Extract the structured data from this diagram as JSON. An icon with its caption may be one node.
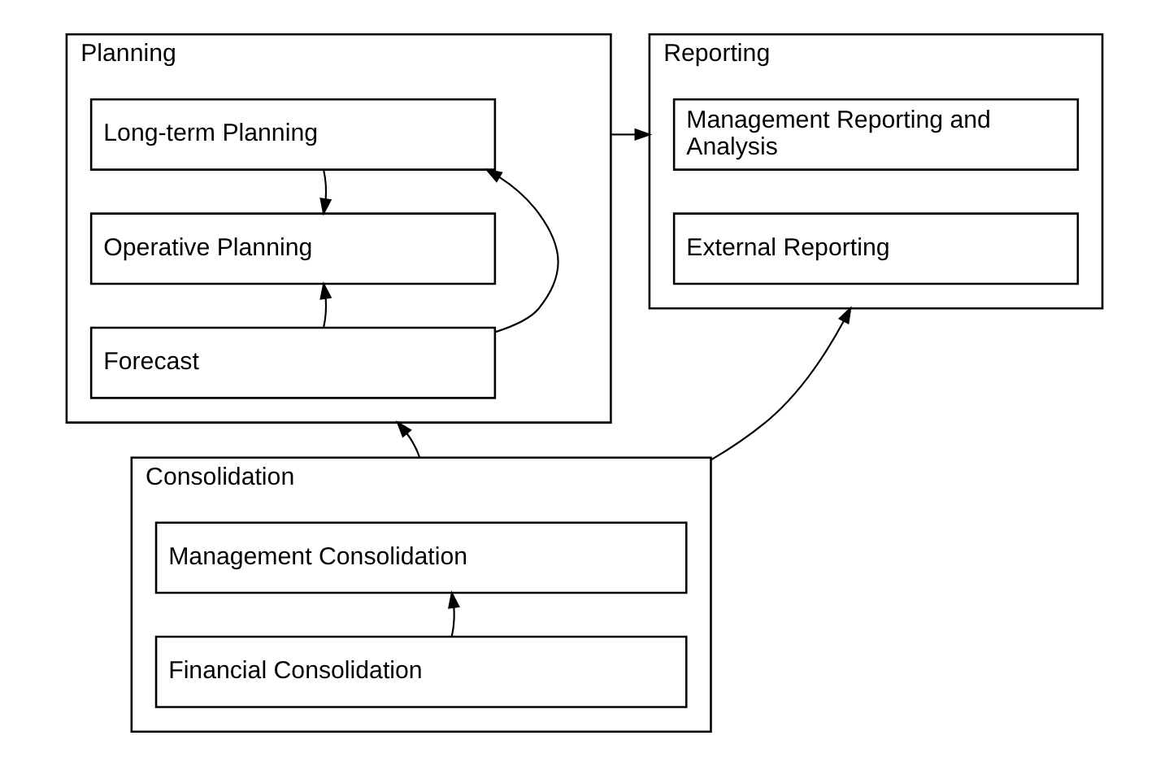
{
  "diagram": {
    "nodes": [
      {
        "text": [
          "Planning"
        ]
      },
      {
        "text": [
          "Long-term Planning"
        ],
        "in": 0
      },
      {
        "text": [
          "Operative Planning"
        ],
        "in": 0
      },
      {
        "text": [
          "Forecast"
        ],
        "in": 0
      },
      {
        "text": [
          "Reporting"
        ]
      },
      {
        "text": [
          "Management Reporting and Analysis"
        ],
        "in": 4
      },
      {
        "text": [
          "External Reporting"
        ],
        "in": 4
      },
      {
        "text": [
          "Consolidation"
        ]
      },
      {
        "text": [
          "Management Consolidation"
        ],
        "in": 7
      },
      {
        "text": [
          "Financial Consolidation"
        ],
        "in": 7
      }
    ],
    "edges": [
      {
        "from": 3,
        "to": 1,
        "arrow": "to"
      },
      {
        "from": 3,
        "to": 2,
        "arrow": "to"
      },
      {
        "from": 1,
        "to": 2,
        "arrow": "to"
      },
      {
        "from": 0,
        "to": 4,
        "arrow": "to"
      },
      {
        "from": 7,
        "to": 0,
        "arrow": "to"
      },
      {
        "from": 7,
        "to": 4,
        "arrow": "to"
      },
      {
        "from": 9,
        "to": 8,
        "arrow": "to"
      }
    ]
  }
}
